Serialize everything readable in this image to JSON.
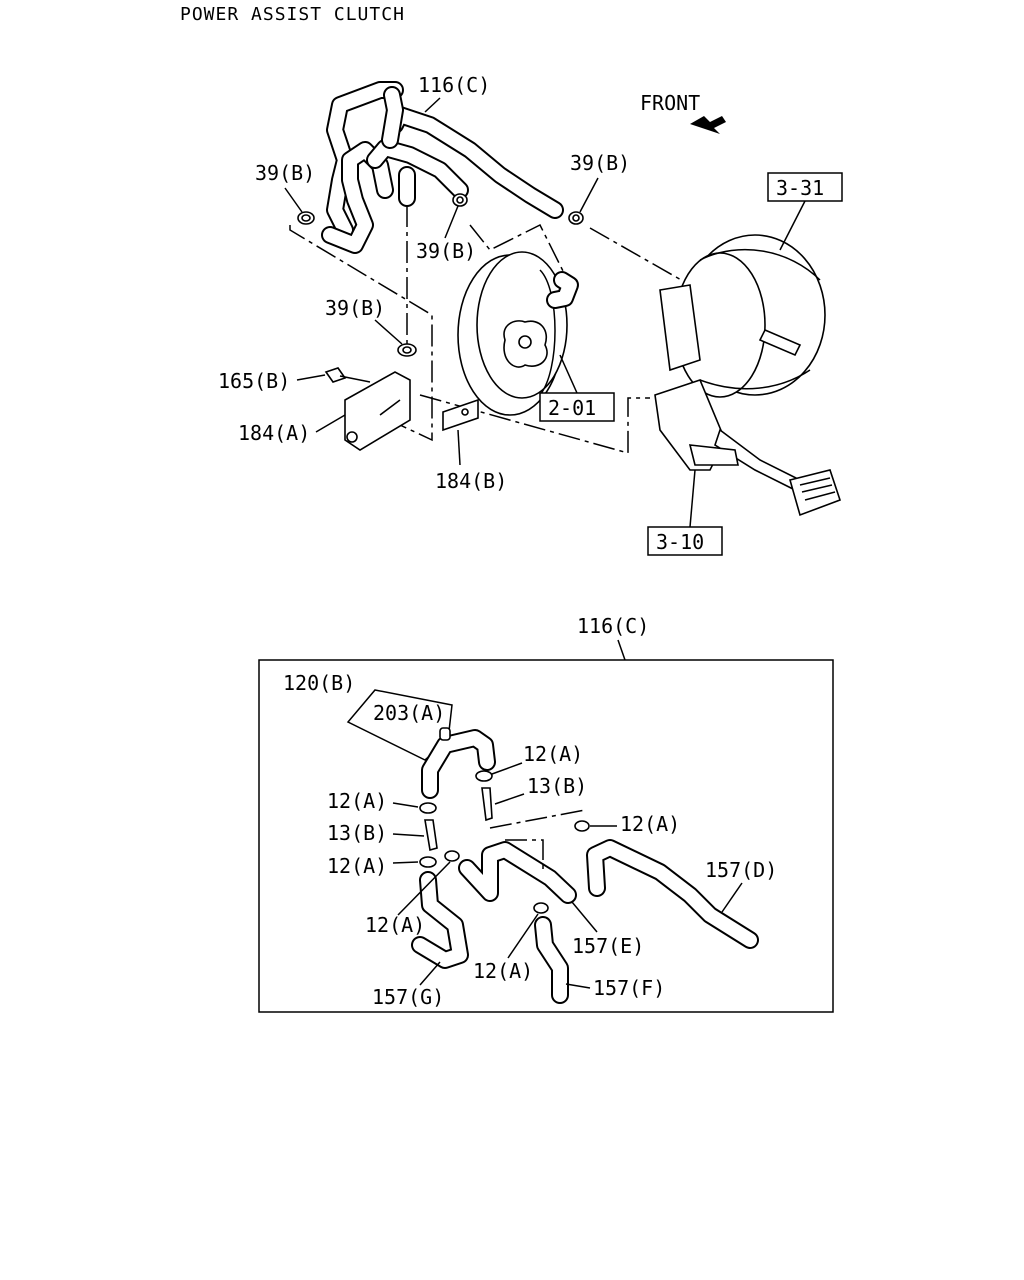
{
  "title": "POWER ASSIST CLUTCH",
  "front_label": "FRONT",
  "labels": {
    "l116c_top": "116(C)",
    "l39b_a": "39(B)",
    "l39b_b": "39(B)",
    "l39b_c": "39(B)",
    "l39b_d": "39(B)",
    "l165b": "165(B)",
    "l184a": "184(A)",
    "l184b": "184(B)",
    "l116c_detail": "116(C)",
    "l120b": "120(B)",
    "l203a": "203(A)",
    "l12a_1": "12(A)",
    "l13b_1": "13(B)",
    "l12a_2": "12(A)",
    "l13b_2": "13(B)",
    "l12a_3": "12(A)",
    "l12a_4": "12(A)",
    "l12a_5": "12(A)",
    "l12a_6": "12(A)",
    "l157d": "157(D)",
    "l157e": "157(E)",
    "l157f": "157(F)",
    "l157g": "157(G)"
  },
  "refs": {
    "r331": "3-31",
    "r201": "2-01",
    "r310": "3-10"
  }
}
